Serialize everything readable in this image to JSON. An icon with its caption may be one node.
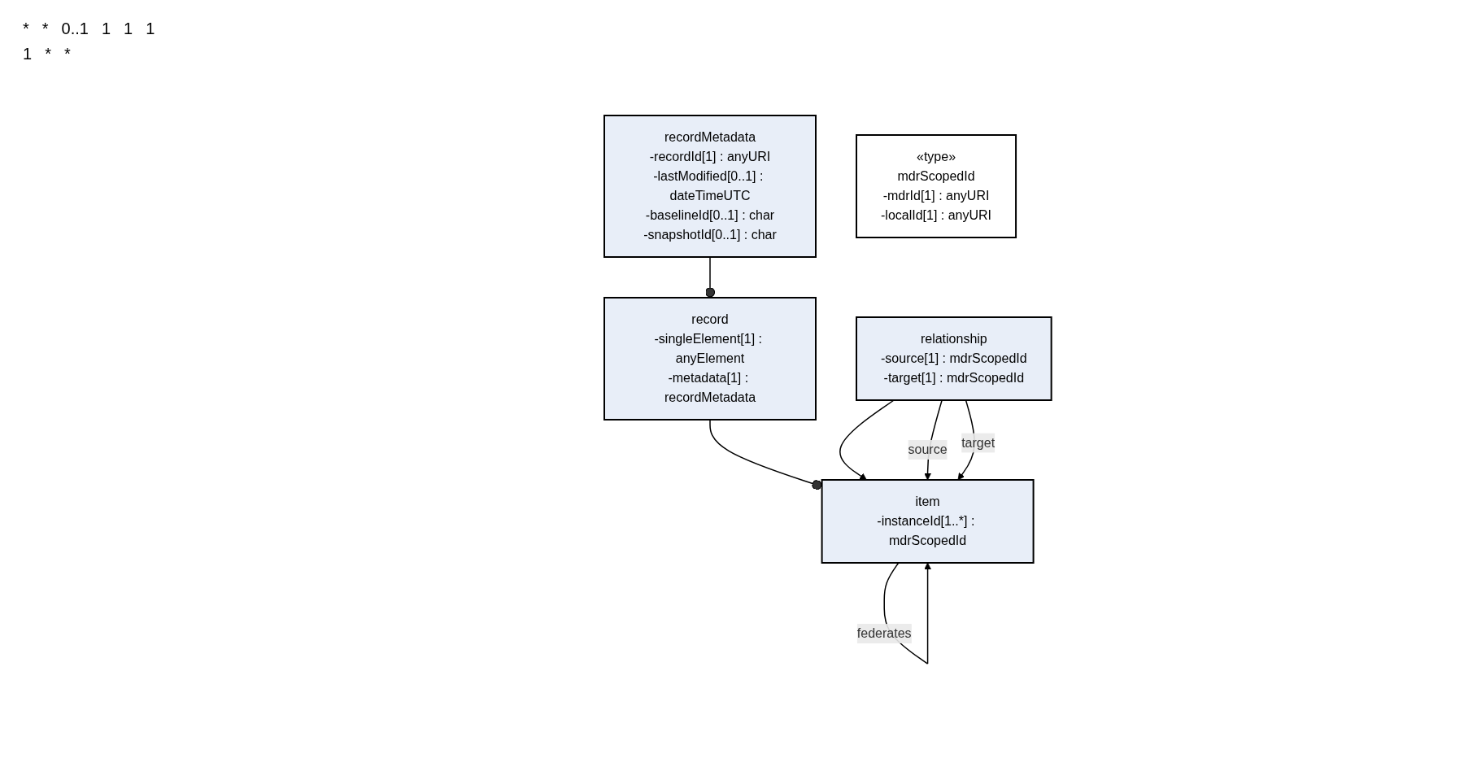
{
  "diagram": {
    "nodes": [
      {
        "text": [
          "item",
          "-instanceId[1..*] : mdrScopedId"
        ]
      },
      {
        "text": [
          "record",
          "-singleElement[1] : anyElement",
          "-metadata[1] : recordMetadata"
        ]
      },
      {
        "text": [
          "relationship",
          "-source[1] : mdrScopedId",
          "-target[1] : mdrScopedId"
        ]
      },
      {
        "text": [
          "recordMetadata",
          "-recordId[1] : anyURI",
          "-lastModified[0..1] : dateTimeUTC",
          "-baselineId[0..1] : char",
          "-snapshotId[0..1] : char"
        ]
      },
      {
        "text": [
          "«type»",
          "mdrScopedId",
          "-mdrId[1] : anyURI",
          "-localId[1] : anyURI"
        ]
      }
    ],
    "edges": [
      {
        "from": 0,
        "to": 0,
        "arrow": "to",
        "label": "federates"
      },
      {
        "from": 1,
        "to": 0,
        "arrow": "other"
      },
      {
        "from": 3,
        "to": 1,
        "arrow": "other"
      },
      {
        "from": 2,
        "to": 0,
        "arrow": "to"
      },
      {
        "from": 2,
        "to": 0,
        "arrow": "to",
        "label": "source"
      },
      {
        "from": 2,
        "to": 0,
        "arrow": "to",
        "label": "target"
      }
    ],
    "labels": [
      "*",
      "*",
      "0..1",
      "1",
      "1",
      "1",
      "1",
      "*",
      "*"
    ]
  }
}
